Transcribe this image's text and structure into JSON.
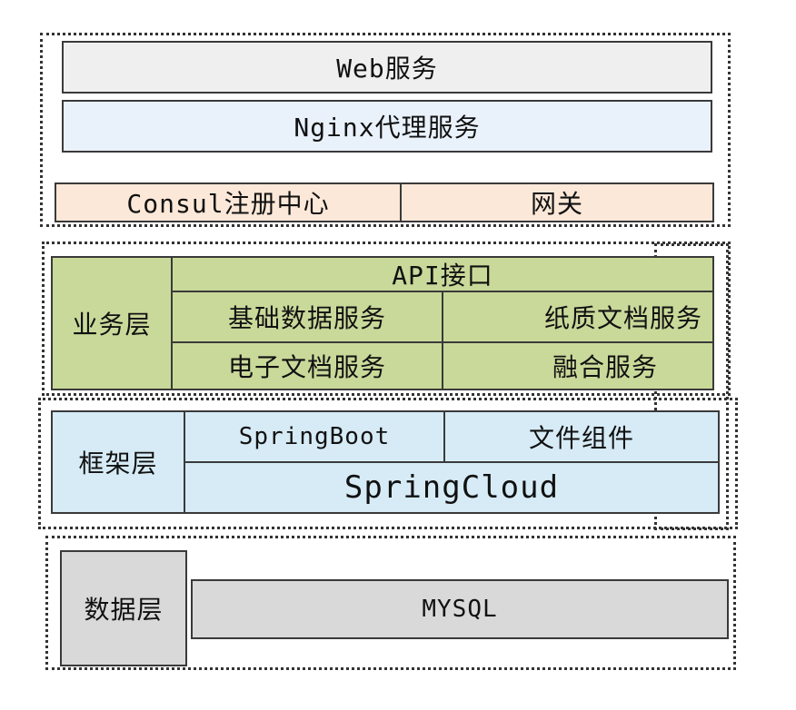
{
  "web": {
    "web_service": "Web服务",
    "nginx_proxy": "Nginx代理服务"
  },
  "gateway": {
    "consul": "Consul注册中心",
    "gateway": "网关"
  },
  "business": {
    "layer": "业务层",
    "api": "API接口",
    "base_data": "基础数据服务",
    "paper_doc": "纸质文档服务",
    "e_doc": "电子文档服务",
    "fusion": "融合服务"
  },
  "framework": {
    "layer": "框架层",
    "springboot": "SpringBoot",
    "file_component": "文件组件",
    "springcloud": "SpringCloud"
  },
  "data": {
    "layer": "数据层",
    "mysql": "MYSQL"
  },
  "colors": {
    "web_fill": "#efefef",
    "nginx_fill": "#e9f1fb",
    "gateway_fill": "#fbe8d8",
    "business_fill": "#c9d99a",
    "framework_fill": "#d6ebf6",
    "data_fill": "#d9d9d9"
  }
}
